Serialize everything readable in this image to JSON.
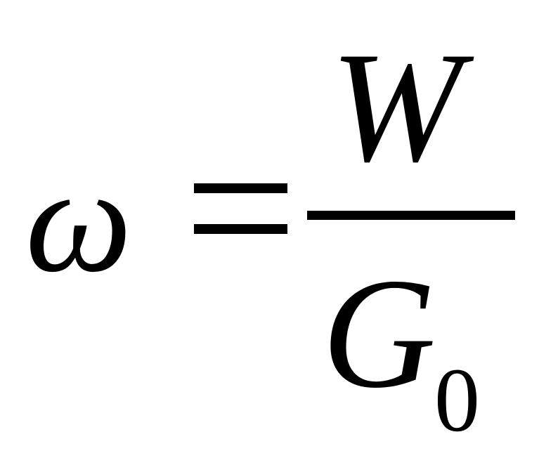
{
  "formula": {
    "lhs": "ω",
    "numerator": "W",
    "denominator": "G",
    "denominator_subscript": "0"
  }
}
